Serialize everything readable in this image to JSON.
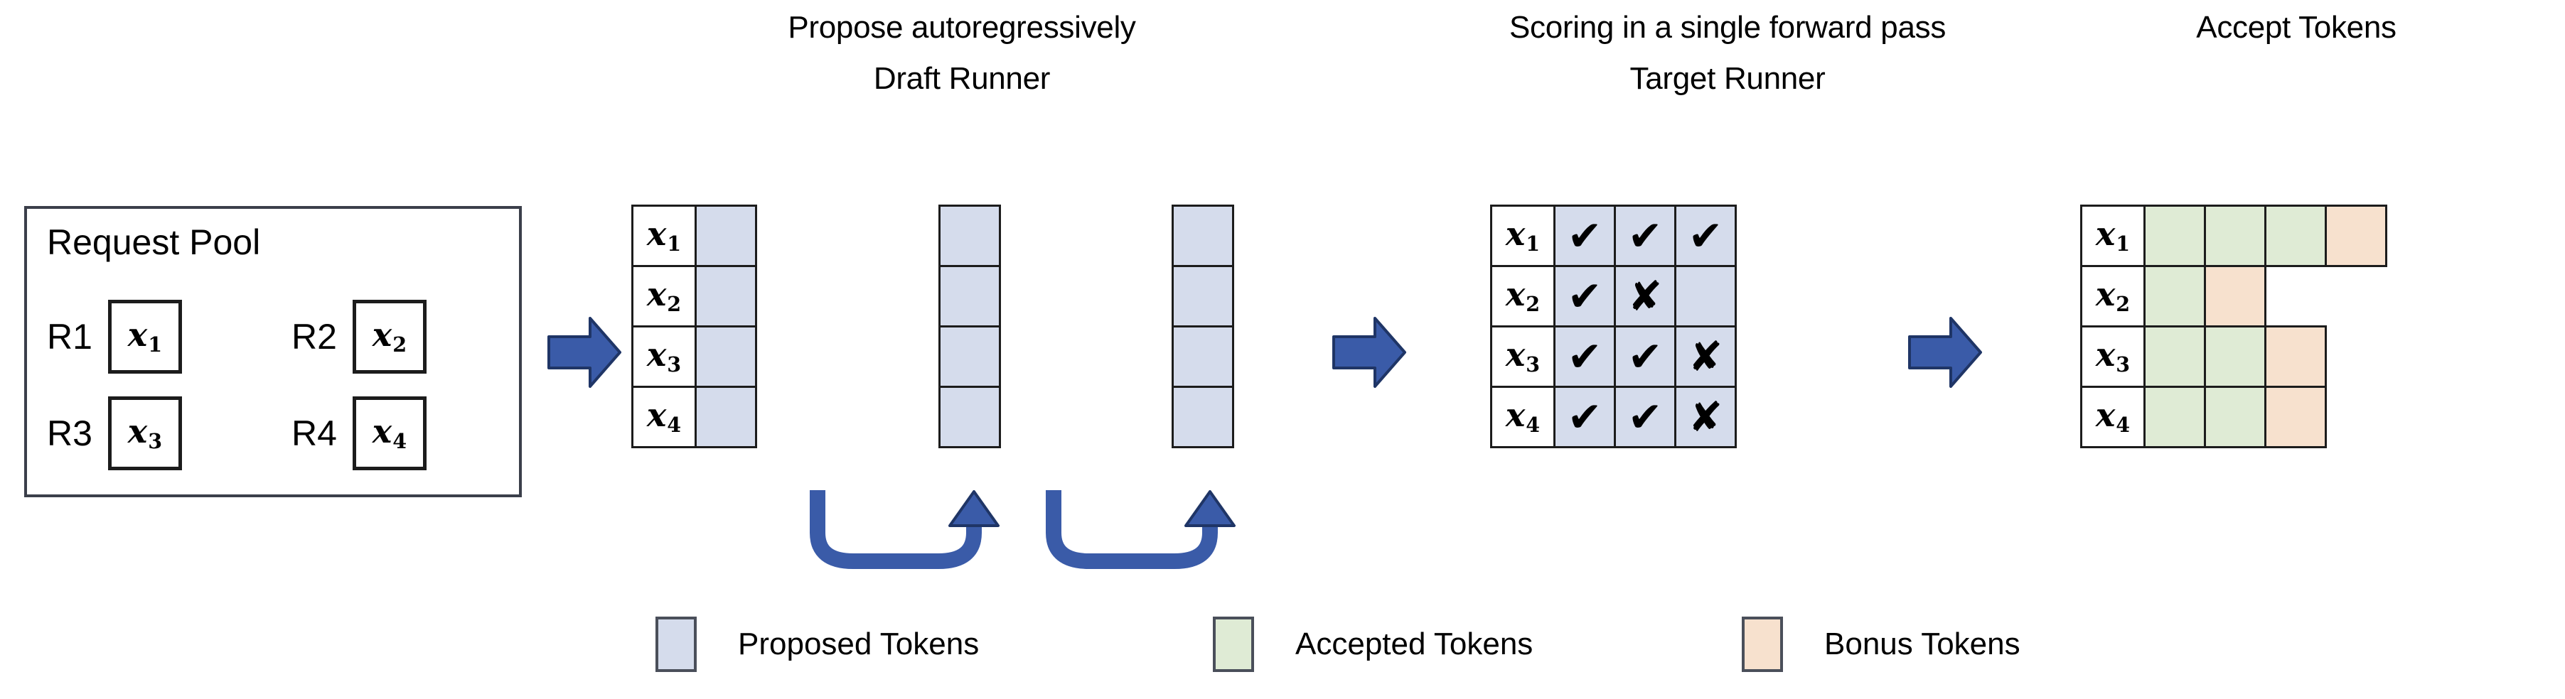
{
  "request_pool": {
    "title": "Request Pool",
    "requests": [
      {
        "label": "R1",
        "token": "x",
        "sub": "1"
      },
      {
        "label": "R2",
        "token": "x",
        "sub": "2"
      },
      {
        "label": "R3",
        "token": "x",
        "sub": "3"
      },
      {
        "label": "R4",
        "token": "x",
        "sub": "4"
      }
    ]
  },
  "draft_runner": {
    "caption": "Propose autoregressively",
    "title": "Draft Runner",
    "row_labels": [
      {
        "token": "x",
        "sub": "1"
      },
      {
        "token": "x",
        "sub": "2"
      },
      {
        "token": "x",
        "sub": "3"
      },
      {
        "token": "x",
        "sub": "4"
      }
    ],
    "steps": 3,
    "rows": 4,
    "cell_type": "proposed",
    "loop_arrow_count": 2
  },
  "target_runner": {
    "caption": "Scoring in a single forward pass",
    "title": "Target Runner",
    "row_labels": [
      {
        "token": "x",
        "sub": "1"
      },
      {
        "token": "x",
        "sub": "2"
      },
      {
        "token": "x",
        "sub": "3"
      },
      {
        "token": "x",
        "sub": "4"
      }
    ],
    "matrix": [
      [
        "check",
        "check",
        "check"
      ],
      [
        "check",
        "cross",
        "none"
      ],
      [
        "check",
        "check",
        "cross"
      ],
      [
        "check",
        "check",
        "cross"
      ]
    ],
    "glyphs": {
      "check": "✔",
      "cross": "✘",
      "none": ""
    }
  },
  "accept_tokens": {
    "title": "Accept Tokens",
    "row_labels": [
      {
        "token": "x",
        "sub": "1"
      },
      {
        "token": "x",
        "sub": "2"
      },
      {
        "token": "x",
        "sub": "3"
      },
      {
        "token": "x",
        "sub": "4"
      }
    ],
    "matrix": [
      [
        "accepted",
        "accepted",
        "accepted",
        "bonus"
      ],
      [
        "accepted",
        "bonus"
      ],
      [
        "accepted",
        "accepted",
        "bonus"
      ],
      [
        "accepted",
        "accepted",
        "bonus"
      ]
    ]
  },
  "legend": {
    "items": [
      {
        "label": "Proposed Tokens",
        "color": "#D5DCEC",
        "kind": "proposed"
      },
      {
        "label": "Accepted Tokens",
        "color": "#DFEBD5",
        "kind": "accepted"
      },
      {
        "label": "Bonus Tokens",
        "color": "#F7E1CE",
        "kind": "bonus"
      }
    ]
  },
  "flow_arrows": {
    "count": 3,
    "color": "#3A5BA8",
    "direction": "right"
  },
  "colors": {
    "proposed": "#D5DCEC",
    "accepted": "#DFEBD5",
    "bonus": "#F7E1CE",
    "arrow": "#3A5BA8",
    "border": "#1C1C1C",
    "background": "#FFFFFF"
  }
}
